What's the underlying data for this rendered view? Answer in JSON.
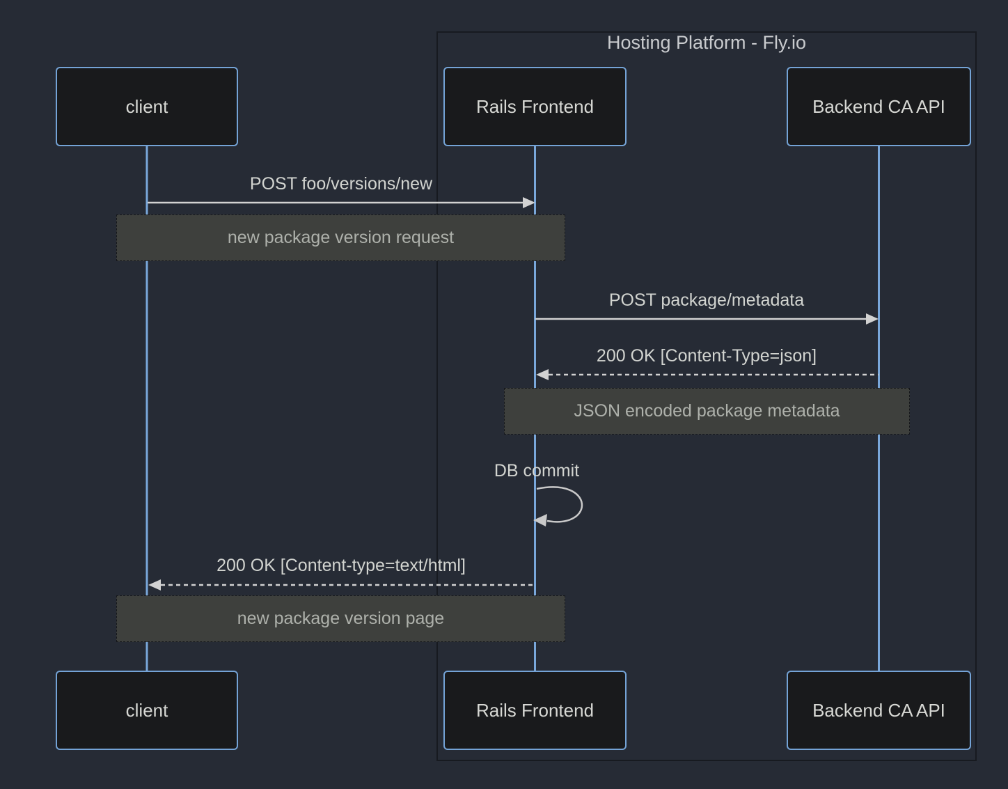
{
  "frame": {
    "title": "Hosting Platform - Fly.io"
  },
  "actors": {
    "client": {
      "label": "client"
    },
    "frontend": {
      "label": "Rails Frontend"
    },
    "backend": {
      "label": "Backend CA API"
    }
  },
  "messages": {
    "post_new_version": {
      "label": "POST foo/versions/new",
      "style": "solid",
      "from": "client",
      "to": "frontend"
    },
    "post_metadata": {
      "label": "POST package/metadata",
      "style": "solid",
      "from": "frontend",
      "to": "backend"
    },
    "metadata_response": {
      "label": "200 OK [Content-Type=json]",
      "style": "dashed",
      "from": "backend",
      "to": "frontend"
    },
    "db_commit": {
      "label": "DB commit",
      "style": "self",
      "from": "frontend",
      "to": "frontend"
    },
    "html_response": {
      "label": "200 OK [Content-type=text/html]",
      "style": "dashed",
      "from": "frontend",
      "to": "client"
    }
  },
  "notes": {
    "request_note": {
      "label": "new package version request",
      "over": [
        "client",
        "frontend"
      ]
    },
    "metadata_note": {
      "label": "JSON encoded package metadata",
      "over": [
        "frontend",
        "backend"
      ]
    },
    "page_note": {
      "label": "new package version page",
      "over": [
        "client",
        "frontend"
      ]
    }
  },
  "colors": {
    "background": "#262b35",
    "actor_fill": "#191a1c",
    "actor_border": "#74a3d6",
    "lifeline": "#79a7da",
    "arrow": "#d2d2d2",
    "frame_border": "#171a20",
    "note_fill": "#3e403d",
    "note_text": "#aeb1ab",
    "message_text": "#d2d4d0",
    "title_text": "#c9cbce"
  }
}
